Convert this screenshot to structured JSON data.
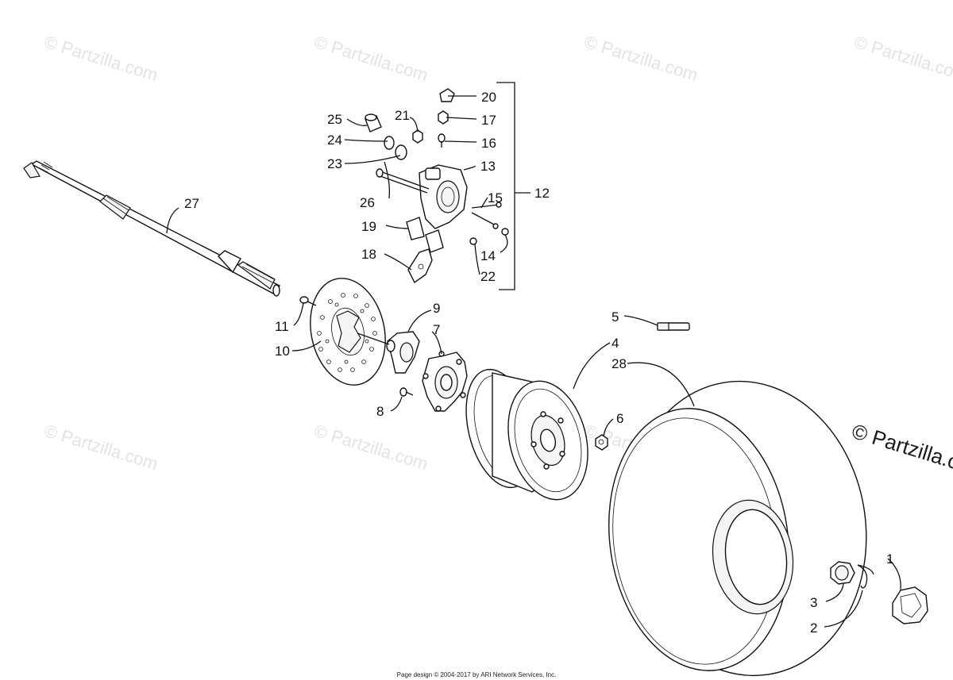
{
  "watermark": {
    "text": "© Partzilla.com",
    "corner_text": "© Partzilla.c"
  },
  "callouts": [
    {
      "id": "1",
      "label": "1"
    },
    {
      "id": "2",
      "label": "2"
    },
    {
      "id": "3",
      "label": "3"
    },
    {
      "id": "4",
      "label": "4"
    },
    {
      "id": "5",
      "label": "5"
    },
    {
      "id": "6",
      "label": "6"
    },
    {
      "id": "7",
      "label": "7"
    },
    {
      "id": "8",
      "label": "8"
    },
    {
      "id": "9",
      "label": "9"
    },
    {
      "id": "10",
      "label": "10"
    },
    {
      "id": "11",
      "label": "11"
    },
    {
      "id": "12",
      "label": "12"
    },
    {
      "id": "13",
      "label": "13"
    },
    {
      "id": "14",
      "label": "14"
    },
    {
      "id": "15",
      "label": "15"
    },
    {
      "id": "16",
      "label": "16"
    },
    {
      "id": "17",
      "label": "17"
    },
    {
      "id": "18",
      "label": "18"
    },
    {
      "id": "19",
      "label": "19"
    },
    {
      "id": "20",
      "label": "20"
    },
    {
      "id": "21",
      "label": "21"
    },
    {
      "id": "22",
      "label": "22"
    },
    {
      "id": "23",
      "label": "23"
    },
    {
      "id": "24",
      "label": "24"
    },
    {
      "id": "25",
      "label": "25"
    },
    {
      "id": "26",
      "label": "26"
    },
    {
      "id": "27",
      "label": "27"
    },
    {
      "id": "28",
      "label": "28"
    }
  ],
  "footer": {
    "text": "Page design © 2004-2017 by ARI Network Services, Inc."
  }
}
